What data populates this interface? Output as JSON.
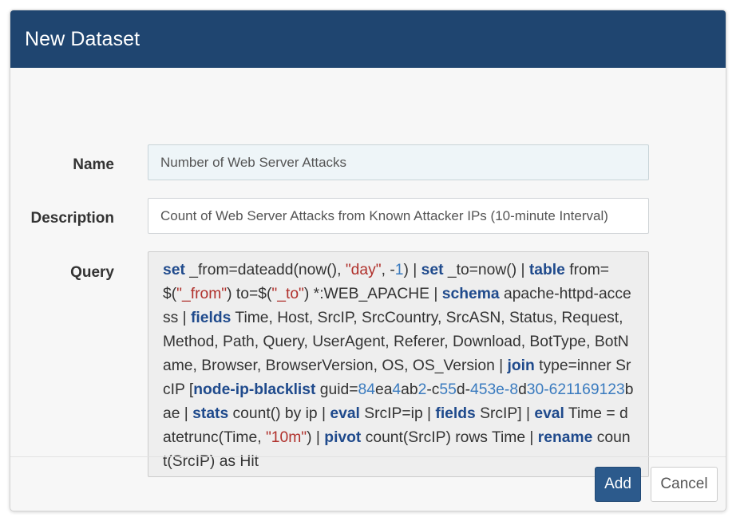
{
  "dialog": {
    "title": "New Dataset"
  },
  "form": {
    "name": {
      "label": "Name",
      "value": "Number of Web Server Attacks"
    },
    "description": {
      "label": "Description",
      "value": "Count of Web Server Attacks from Known Attacker IPs (10-minute Interval)"
    },
    "query": {
      "label": "Query",
      "tokens": [
        {
          "t": "set",
          "c": "kw"
        },
        {
          "t": " _from=dateadd(now(), ",
          "c": ""
        },
        {
          "t": "\"day\"",
          "c": "str"
        },
        {
          "t": ", -",
          "c": ""
        },
        {
          "t": "1",
          "c": "num"
        },
        {
          "t": ") | ",
          "c": ""
        },
        {
          "t": "set",
          "c": "kw"
        },
        {
          "t": " _to=now() | ",
          "c": ""
        },
        {
          "t": "table",
          "c": "kw"
        },
        {
          "t": " from=$(",
          "c": ""
        },
        {
          "t": "\"_from\"",
          "c": "str"
        },
        {
          "t": ") to=$(",
          "c": ""
        },
        {
          "t": "\"_to\"",
          "c": "str"
        },
        {
          "t": ") *:WEB_APACHE | ",
          "c": ""
        },
        {
          "t": "schema",
          "c": "kw"
        },
        {
          "t": " apache-httpd-access | ",
          "c": ""
        },
        {
          "t": "fields",
          "c": "kw"
        },
        {
          "t": " Time, Host, SrcIP, SrcCountry, SrcASN, Status, Request, Method, Path, Query, UserAgent, Referer, Download, BotType, BotName, Browser, BrowserVersion, OS, OS_Version  | ",
          "c": ""
        },
        {
          "t": "join",
          "c": "kw"
        },
        {
          "t": " type=inner SrcIP [",
          "c": ""
        },
        {
          "t": "node-ip-blacklist",
          "c": "kw"
        },
        {
          "t": " guid=",
          "c": ""
        },
        {
          "t": "84",
          "c": "num"
        },
        {
          "t": "ea",
          "c": ""
        },
        {
          "t": "4",
          "c": "num"
        },
        {
          "t": "ab",
          "c": ""
        },
        {
          "t": "2",
          "c": "num"
        },
        {
          "t": "-c",
          "c": ""
        },
        {
          "t": "55",
          "c": "num"
        },
        {
          "t": "d-",
          "c": ""
        },
        {
          "t": "453e-8",
          "c": "num"
        },
        {
          "t": "d",
          "c": ""
        },
        {
          "t": "30-621169123",
          "c": "num"
        },
        {
          "t": "bae | ",
          "c": ""
        },
        {
          "t": "stats",
          "c": "kw"
        },
        {
          "t": " count() by ip | ",
          "c": ""
        },
        {
          "t": "eval",
          "c": "kw"
        },
        {
          "t": " SrcIP=ip | ",
          "c": ""
        },
        {
          "t": "fields",
          "c": "kw"
        },
        {
          "t": " SrcIP] | ",
          "c": ""
        },
        {
          "t": "eval",
          "c": "kw"
        },
        {
          "t": " Time = datetrunc(Time, ",
          "c": ""
        },
        {
          "t": "\"10m\"",
          "c": "str"
        },
        {
          "t": ")  | ",
          "c": ""
        },
        {
          "t": "pivot",
          "c": "kw"
        },
        {
          "t": " count(SrcIP) rows Time | ",
          "c": ""
        },
        {
          "t": "rename",
          "c": "kw"
        },
        {
          "t": " count(SrcIP) as Hit",
          "c": ""
        }
      ]
    }
  },
  "footer": {
    "add_label": "Add",
    "cancel_label": "Cancel"
  },
  "colors": {
    "header_bg": "#1f4570",
    "keyword": "#1f4a8c",
    "string": "#b0312c",
    "number": "#3a7bbf",
    "primary_button": "#2c5a8c"
  }
}
